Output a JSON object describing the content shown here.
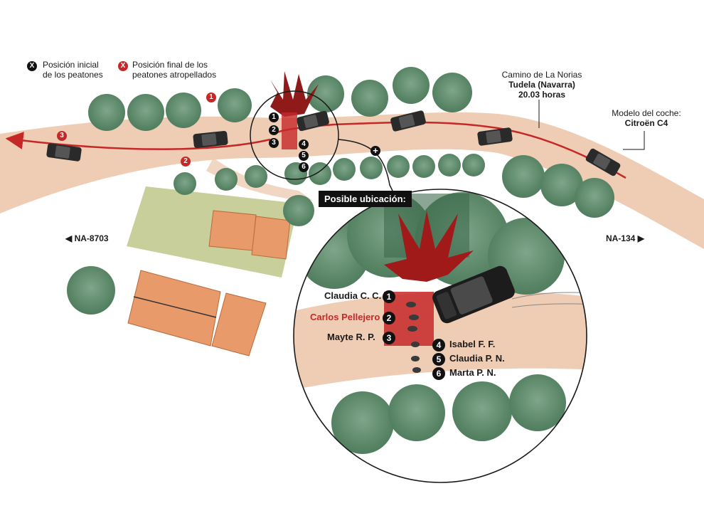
{
  "legend": {
    "initial_marker": "X",
    "initial_line1": "Posición inicial",
    "initial_line2": "de los peatones",
    "final_marker": "X",
    "final_line1": "Posición final de los",
    "final_line2": "peatones atropellados"
  },
  "location": {
    "line1": "Camino de La Norias",
    "line2": "Tudela (Navarra)",
    "line3": "20.03 horas"
  },
  "car_model": {
    "line1": "Modelo del coche:",
    "line2": "Citroën C4"
  },
  "roads": {
    "left": "NA-8703",
    "right": "NA-134"
  },
  "callout": {
    "title": "Posible ubicación:",
    "plus": "+"
  },
  "car_sequence": [
    "1",
    "2",
    "3"
  ],
  "small_pedestrians": [
    "1",
    "2",
    "3",
    "4",
    "5",
    "6"
  ],
  "victims": [
    {
      "num": "1",
      "name": "Claudia C. C."
    },
    {
      "num": "2",
      "name": "Carlos Pellejero"
    },
    {
      "num": "3",
      "name": "Mayte R. P."
    },
    {
      "num": "4",
      "name": "Isabel F. F."
    },
    {
      "num": "5",
      "name": "Claudia P. N."
    },
    {
      "num": "6",
      "name": "Marta P. N."
    }
  ],
  "colors": {
    "road": "#eecdb4",
    "tree": "#5d8a6a",
    "path_red": "#c62828",
    "impact_red": "#8e1a1a",
    "field": "#c9cf9a",
    "building": "#e89a6a"
  }
}
